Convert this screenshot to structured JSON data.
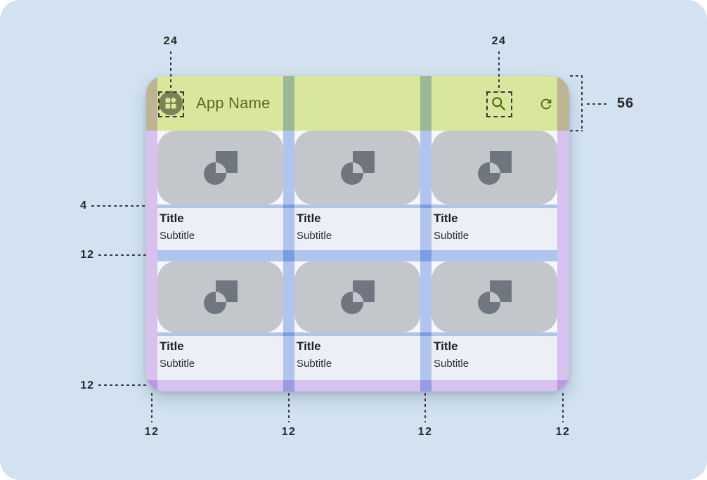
{
  "app_preview": {
    "header": {
      "title": "App Name",
      "app_icon": "widgets-icon",
      "search_icon": "search-icon",
      "refresh_icon": "refresh-icon"
    },
    "cards": [
      {
        "title": "Title",
        "subtitle": "Subtitle"
      },
      {
        "title": "Title",
        "subtitle": "Subtitle"
      },
      {
        "title": "Title",
        "subtitle": "Subtitle"
      },
      {
        "title": "Title",
        "subtitle": "Subtitle"
      },
      {
        "title": "Title",
        "subtitle": "Subtitle"
      },
      {
        "title": "Title",
        "subtitle": "Subtitle"
      }
    ]
  },
  "annotations": {
    "top_left_icon_size": "24",
    "top_right_icon_size": "24",
    "app_bar_height": "56",
    "image_text_gap": "4",
    "row_gap": "12",
    "bottom_margin": "12",
    "column_markers": [
      "12",
      "12",
      "12",
      "12"
    ]
  },
  "colors": {
    "canvas": "#d2e2f0",
    "app_bar": "#d9e79c",
    "accent_icon": "#55661d",
    "margin_overlay": "#e0c7f2",
    "gutter_overlay": "#b7cbf2",
    "card_image": "#c3c7cc",
    "placeholder_icon": "#6f7680",
    "text_surface": "#eceff5"
  }
}
